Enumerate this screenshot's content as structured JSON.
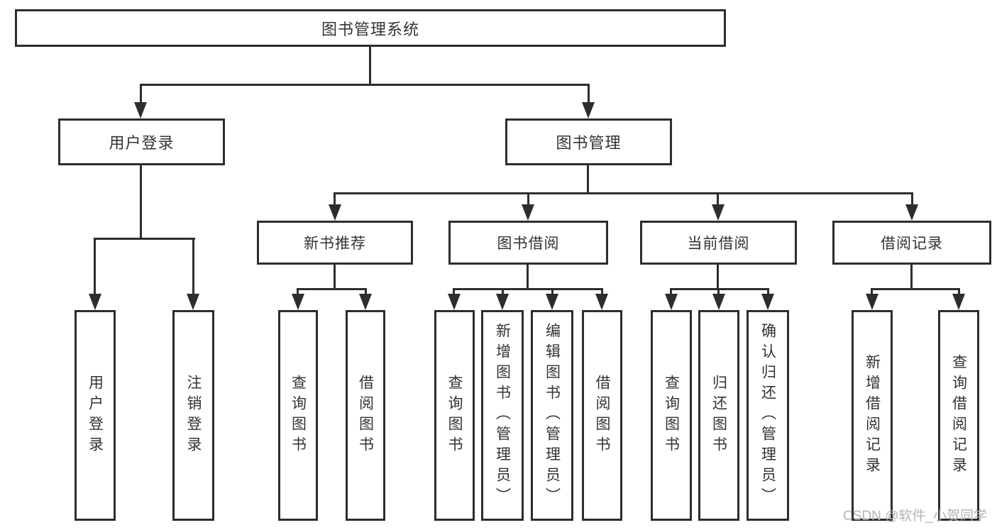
{
  "diagram": {
    "root": {
      "label": "图书管理系统"
    },
    "branches": {
      "user_login": {
        "label": "用户登录",
        "children": [
          "用户登录",
          "注销登录"
        ]
      },
      "book_management": {
        "label": "图书管理",
        "sections": {
          "new_book_recommend": {
            "label": "新书推荐",
            "children": [
              "查询图书",
              "借阅图书"
            ]
          },
          "book_borrowing": {
            "label": "图书借阅",
            "children": [
              "查询图书",
              "新增图书（管理员）",
              "编辑图书（管理员）",
              "借阅图书"
            ]
          },
          "current_borrowing": {
            "label": "当前借阅",
            "children": [
              "查询图书",
              "归还图书",
              "确认归还（管理员）"
            ]
          },
          "borrowing_records": {
            "label": "借阅记录",
            "children": [
              "新增借阅记录",
              "查询借阅记录"
            ]
          }
        }
      }
    }
  },
  "watermark": {
    "text": "CSDN @软件_小贺同学"
  },
  "colors": {
    "line": "#2d2d2d",
    "text": "#333333",
    "background": "#ffffff",
    "watermark": "#b5b2b2"
  }
}
